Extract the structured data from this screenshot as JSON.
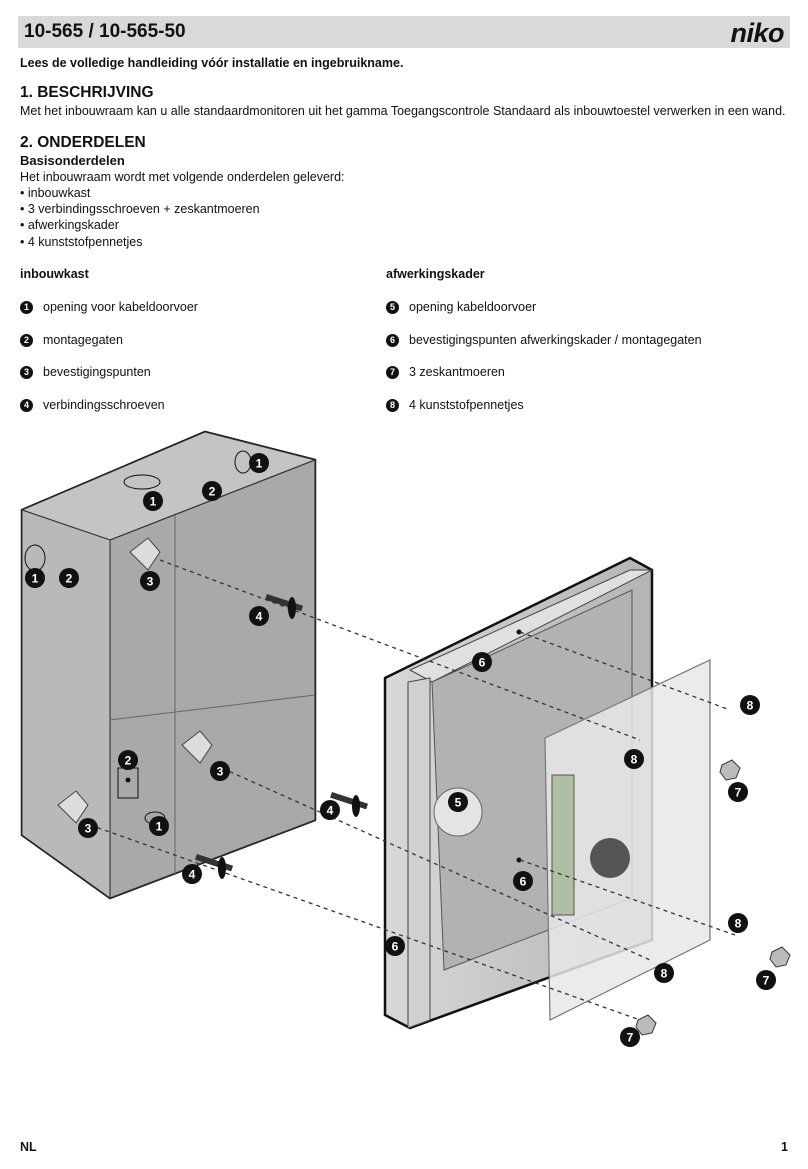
{
  "header": {
    "title": "10-565 / 10-565-50",
    "brand": "niko"
  },
  "intro": "Lees de volledige handleiding vóór installatie en ingebruikname.",
  "section1": {
    "heading": "1. BESCHRIJVING",
    "text": "Met het inbouwraam kan u alle standaardmonitoren uit het gamma Toegangscontrole Standaard als inbouwtoestel verwerken in een wand."
  },
  "section2": {
    "heading": "2. ONDERDELEN",
    "subheading": "Basisonderdelen",
    "text": "Het inbouwraam wordt met volgende onderdelen geleverd:",
    "bullets": [
      "• inbouwkast",
      "• 3 verbindingsschroeven + zeskantmoeren",
      "• afwerkingskader",
      "• 4 kunststofpennetjes"
    ]
  },
  "legend": {
    "left_title": "inbouwkast",
    "right_title": "afwerkingskader",
    "left": [
      {
        "num": "1",
        "label": "opening voor kabeldoorvoer"
      },
      {
        "num": "2",
        "label": "montagegaten"
      },
      {
        "num": "3",
        "label": "bevestigingspunten"
      },
      {
        "num": "4",
        "label": "verbindingsschroeven"
      }
    ],
    "right": [
      {
        "num": "5",
        "label": "opening kabeldoorvoer"
      },
      {
        "num": "6",
        "label": "bevestigingspunten afwerkingskader / montagegaten"
      },
      {
        "num": "7",
        "label": "3 zeskantmoeren"
      },
      {
        "num": "8",
        "label": "4 kunststofpennetjes"
      }
    ]
  },
  "footer": {
    "language": "NL",
    "page": "1"
  }
}
